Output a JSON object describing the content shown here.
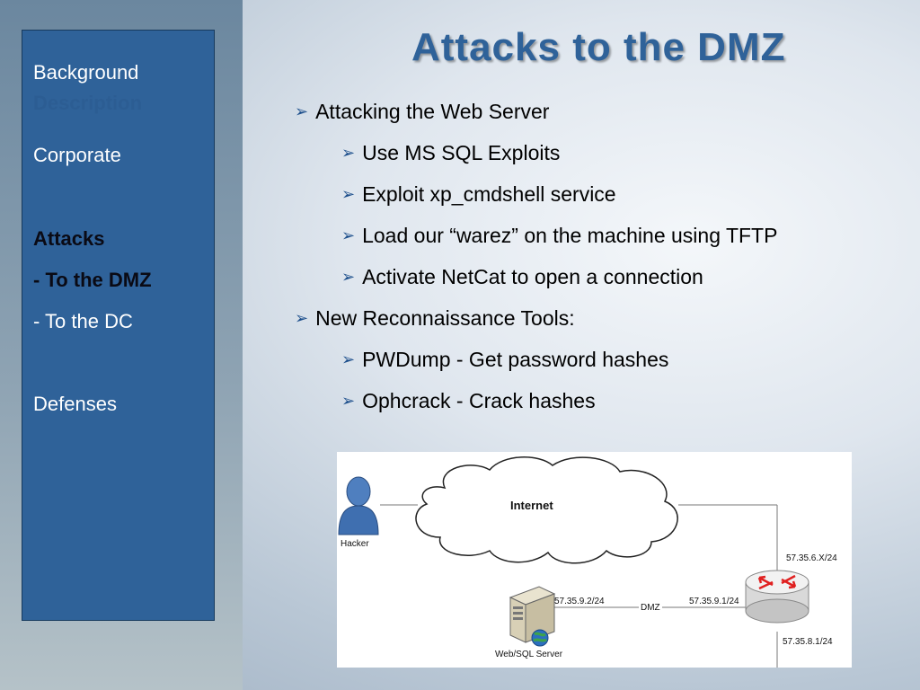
{
  "slide": {
    "title": "Attacks to the DMZ"
  },
  "sidebar": {
    "items": [
      {
        "label": "Background"
      },
      {
        "label": "Corporate"
      },
      {
        "label": "Attacks"
      },
      {
        "label": "- To the DMZ"
      },
      {
        "label": "- To the DC"
      },
      {
        "label": "Defenses"
      }
    ],
    "ghost_label": "Description"
  },
  "bullets": [
    {
      "text": "Attacking the Web Server",
      "level": 1
    },
    {
      "text": "Use MS SQL Exploits",
      "level": 2
    },
    {
      "text": "Exploit xp_cmdshell service",
      "level": 2
    },
    {
      "text": "Load our “warez” on the machine using TFTP",
      "level": 2
    },
    {
      "text": "Activate NetCat to open a connection",
      "level": 2
    },
    {
      "text": "New Reconnaissance Tools:",
      "level": 1
    },
    {
      "text": "PWDump - Get password hashes",
      "level": 2
    },
    {
      "text": "Ophcrack - Crack hashes",
      "level": 2
    }
  ],
  "diagram": {
    "cloud_label": "Internet",
    "hacker_label": "Hacker",
    "server_label": "Web/SQL Server",
    "server_ip": "57.35.9.2/24",
    "link_label": "DMZ",
    "router_dmz_ip": "57.35.9.1/24",
    "router_wan_ip": "57.35.6.X/24",
    "router_lan_ip": "57.35.8.1/24"
  },
  "colors": {
    "sidebar_bg": "#2f6299",
    "title": "#2f6299",
    "bullet_arrow": "#1d4f8c",
    "router_arrows": "#e02020"
  }
}
